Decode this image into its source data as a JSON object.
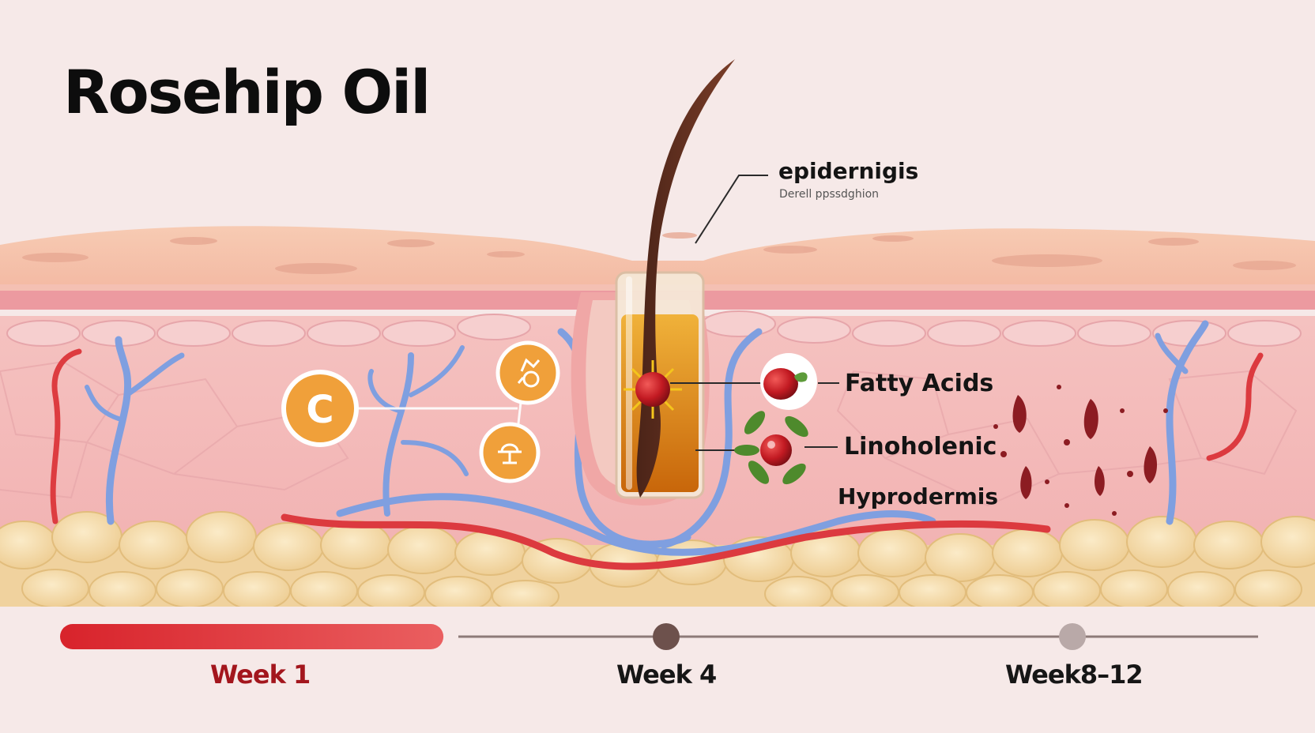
{
  "title": "Rosehip Oil",
  "labels": {
    "epidermis": "epidernigis",
    "epidermis_sub": "Derell ppssdghion",
    "fatty_acids": "Fatty Acids",
    "linoleic": "Linoholenic",
    "hypodermis": "Hyprodermis"
  },
  "icons": {
    "vitamin_c": "C"
  },
  "timeline": {
    "weeks": [
      {
        "label": "Week 1",
        "active": true
      },
      {
        "label": "Week 4",
        "active": false
      },
      {
        "label": "Week8–12",
        "active": false
      }
    ],
    "progress": 0.32
  },
  "colors": {
    "accent_red": "#c8171f",
    "icon_orange": "#f0a03a",
    "vein_blue": "#7c9de0",
    "artery_red": "#d83a3e",
    "fat_yellow": "#f7ddb0",
    "oil_amber": "#d98a10"
  }
}
